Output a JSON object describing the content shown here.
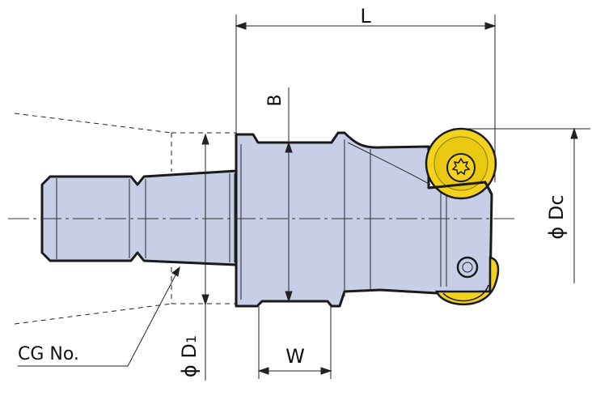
{
  "labels": {
    "length": "L",
    "flange_width": "B",
    "neck_width": "W",
    "cutting_diameter": "ϕ Dc",
    "shank_diameter_phi": "ϕ D",
    "shank_diameter_sub": "1",
    "cg_number": "CG No."
  },
  "colors": {
    "body_fill": "#c7cfe6",
    "outline": "#1a1a1a",
    "insert_fill": "#f2d21a",
    "insert_edge": "#8a7a00",
    "background": "#ffffff"
  }
}
